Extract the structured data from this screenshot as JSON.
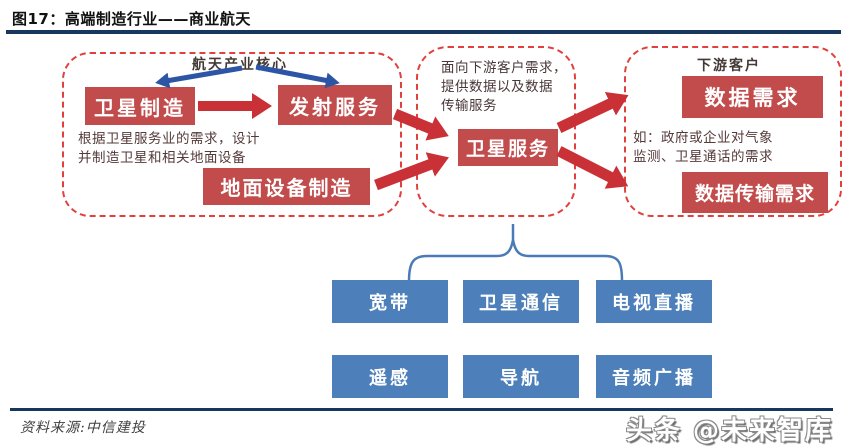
{
  "header": {
    "title": "图17：高端制造行业——商业航天"
  },
  "upstream": {
    "label": "航天产业核心",
    "satellite_manufacturing": "卫星制造",
    "launch_service": "发射服务",
    "ground_equipment": "地面设备制造",
    "note": "根据卫星服务业的需求，设计\n并制造卫星和相关地面设备"
  },
  "midstream": {
    "note": "面向下游客户需求，\n提供数据以及数据\n传输服务",
    "satellite_service": "卫星服务"
  },
  "downstream": {
    "label": "下游客户",
    "data_demand": "数据需求",
    "note": "如：政府或企业对气象\n监测、卫星通话的需求",
    "data_transmission_demand": "数据传输需求"
  },
  "applications": {
    "row1": [
      "宽带",
      "卫星通信",
      "电视直播"
    ],
    "row2": [
      "遥感",
      "导航",
      "音频广播"
    ]
  },
  "footer": {
    "source": "资料来源:中信建投",
    "watermark": "头条 @未来智库"
  },
  "colors": {
    "title_rule": "#17375e",
    "dashed_border": "#e2403c",
    "red_box": "#c14c4b",
    "red_arrow": "#ca3136",
    "blue_box": "#4d80ba",
    "blue_arrow": "#2c55a5",
    "brace": "#4a7ab8"
  }
}
